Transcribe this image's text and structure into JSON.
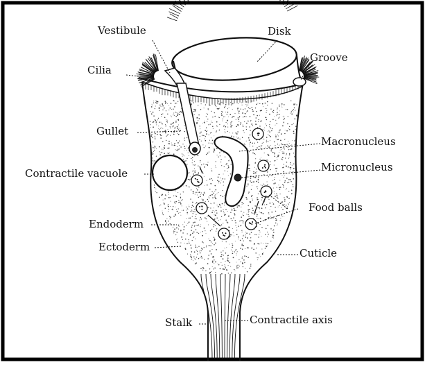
{
  "colors": {
    "ink": "#111111",
    "frame": "#000000",
    "paper": "#ffffff",
    "speckle": "#444444"
  },
  "labels": {
    "vestibule": "Vestibule",
    "disk": "Disk",
    "groove": "Groove",
    "cilia": "Cilia",
    "gullet": "Gullet",
    "contractile_vacuole": "Contractile vacuole",
    "macronucleus": "Macronucleus",
    "micronucleus": "Micronucleus",
    "food_balls": "Food balls",
    "endoderm": "Endoderm",
    "ectoderm": "Ectoderm",
    "cuticle": "Cuticle",
    "stalk": "Stalk",
    "contractile_axis": "Contractile axis"
  }
}
